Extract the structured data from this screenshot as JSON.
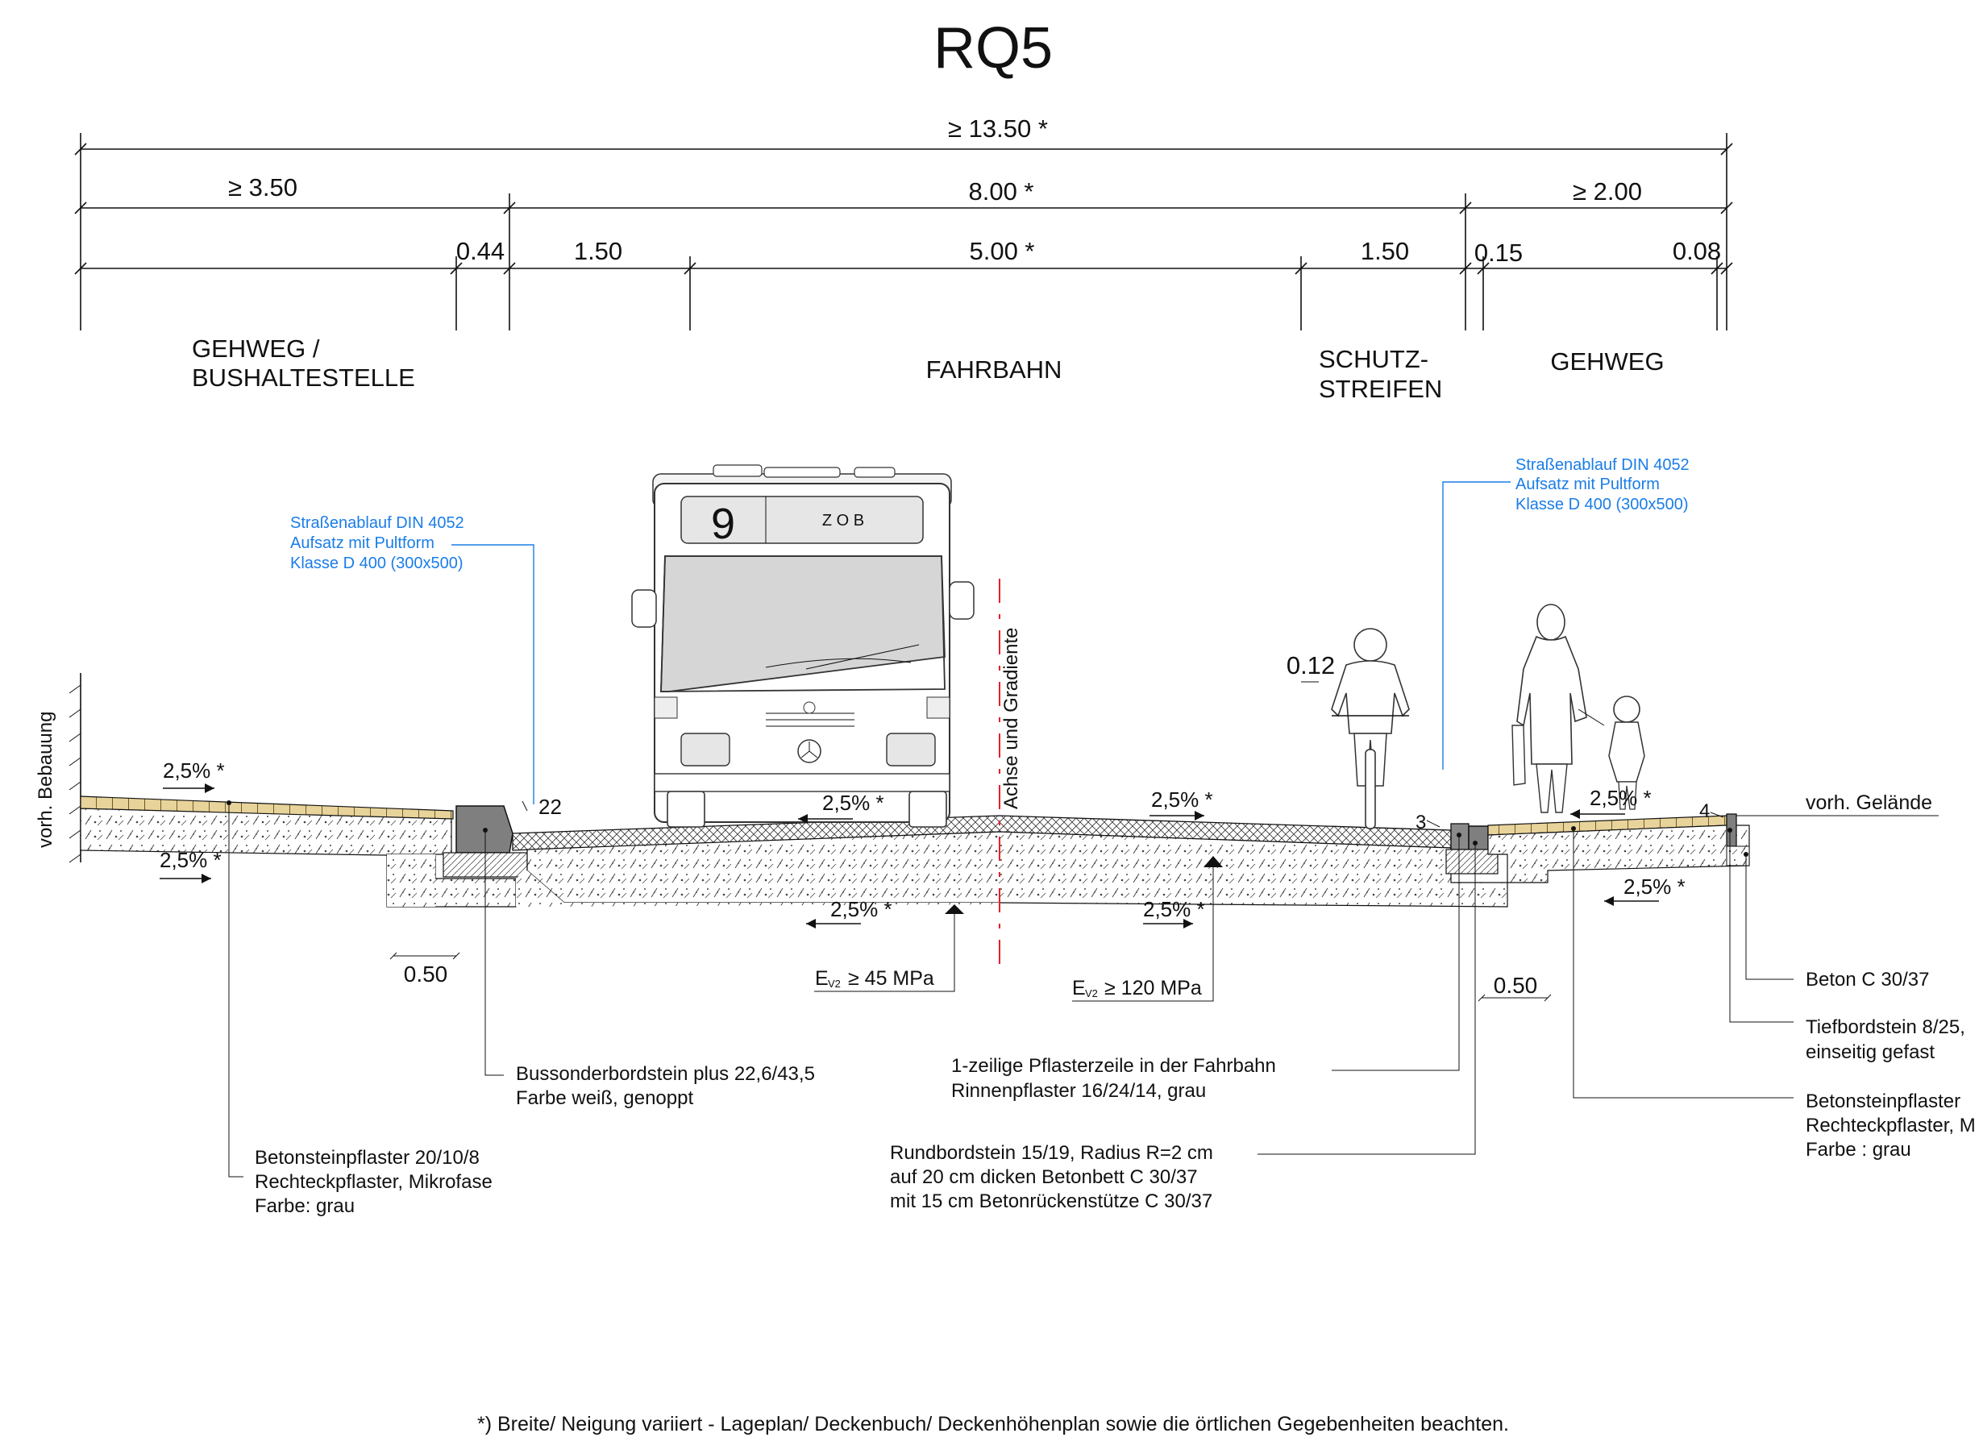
{
  "title": "RQ5",
  "dimensions": {
    "total": "≥ 13.50 *",
    "left_walk": "≥ 3.50",
    "carriageway": "8.00 *",
    "right_walk": "≥ 2.00",
    "d044": "0.44",
    "d150_left": "1.50",
    "d500": "5.00 *",
    "d150_right": "1.50",
    "d015": "0.15",
    "d008": "0.08"
  },
  "zones": {
    "left_line1": "GEHWEG /",
    "left_line2": "BUSHALTESTELLE",
    "center": "FAHRBAHN",
    "protect_line1": "SCHUTZ-",
    "protect_line2": "STREIFEN",
    "right": "GEHWEG"
  },
  "drain_note_left": [
    "Straßenablauf DIN 4052",
    "Aufsatz mit Pultform",
    "Klasse D 400 (300x500)"
  ],
  "drain_note_right": [
    "Straßenablauf DIN 4052",
    "Aufsatz mit Pultform",
    "Klasse D 400 (300x500)"
  ],
  "bus": {
    "route": "9",
    "destination": "Z O B"
  },
  "labels": {
    "building": "vorh. Bebauung",
    "axis": "Achse und Gradiente",
    "terrain": "vorh. Gelände",
    "curb_height_left": "22",
    "cyclist_width": "0.12",
    "curb_three": "3",
    "curb_four": "4"
  },
  "slopes": {
    "walk_left_top": "2,5% *",
    "walk_left_bottom": "2,5% *",
    "road_left_top": "2,5% *",
    "road_right_top": "2,5% *",
    "road_left_bottom": "2,5% *",
    "road_right_bottom": "2,5% *",
    "walk_right_top": "2,5% *",
    "walk_right_bottom": "2,5% *"
  },
  "bearing": {
    "left": "≥ 45 MPa",
    "right": "≥ 120 MPa",
    "symbol": "E",
    "subscript": "V2"
  },
  "offsets": {
    "left": "0.50",
    "right": "0.50"
  },
  "callouts": {
    "beton": "Beton C 30/37",
    "tiefbord": [
      "Tiefbordstein 8/25,",
      "einseitig gefast"
    ],
    "betonstein_right": [
      "Betonsteinpflaster",
      "Rechteckpflaster, M",
      "Farbe : grau"
    ],
    "rinne": [
      "1-zeilige Pflasterzeile in der Fahrbahn",
      "Rinnenpflaster 16/24/14, grau"
    ],
    "busbord": [
      "Bussonderbordstein plus 22,6/43,5",
      "Farbe weiß, genoppt"
    ],
    "rundbord": [
      "Rundbordstein 15/19, Radius R=2 cm",
      "auf 20 cm dicken Betonbett C 30/37",
      "mit 15 cm Betonrückenstütze C 30/37"
    ],
    "betonstein_left": [
      "Betonsteinpflaster 20/10/8",
      "Rechteckpflaster, Mikrofase",
      "Farbe: grau"
    ]
  },
  "footnote": "*) Breite/ Neigung variiert - Lageplan/ Deckenbuch/ Deckenhöhenplan sowie die örtlichen Gegebenheiten beachten.",
  "colors": {
    "paving": "#e8d39a",
    "curb": "#7f7f7f",
    "drain_text": "#1a7de8",
    "axis": "#e8202a"
  }
}
